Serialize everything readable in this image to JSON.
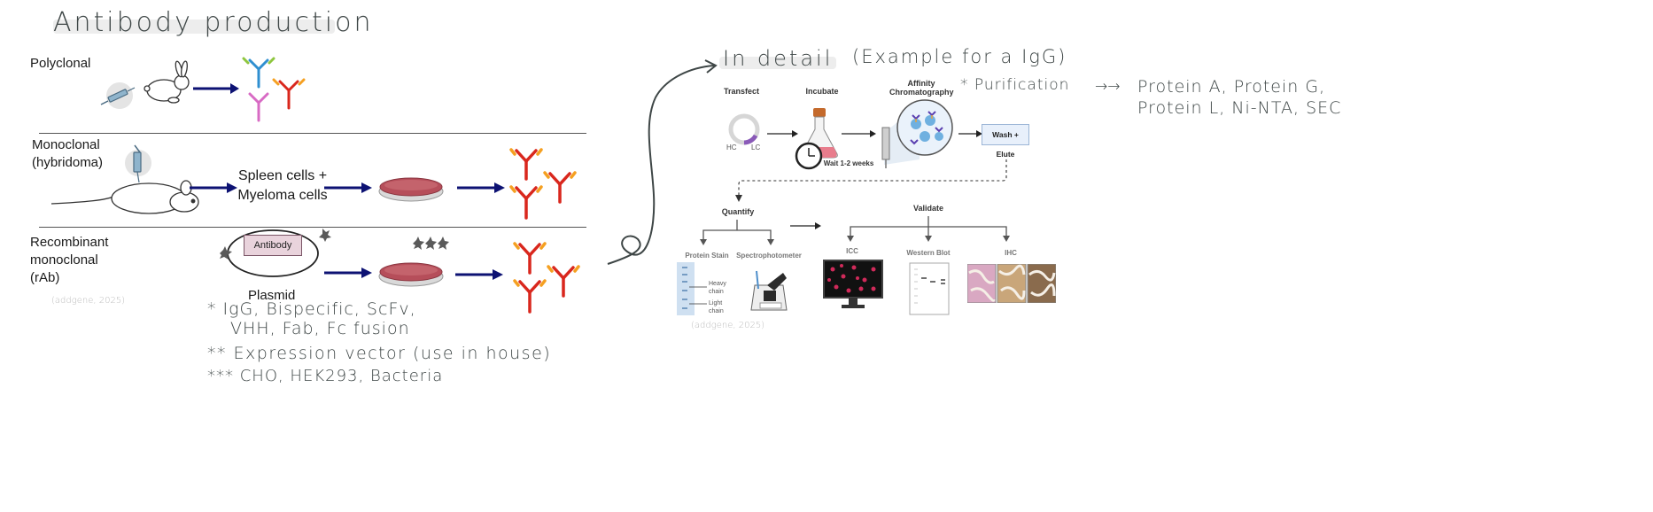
{
  "title": "Antibody production",
  "sections": {
    "polyclonal": {
      "label": "Polyclonal"
    },
    "monoclonal": {
      "label_line1": "Monoclonal",
      "label_line2": "(hybridoma)",
      "step_line1": "Spleen cells +",
      "step_line2": "Myeloma cells"
    },
    "recombinant": {
      "label_line1": "Recombinant",
      "label_line2": "monoclonal",
      "label_line3": "(rAb)",
      "plasmid_box": "Antibody",
      "plasmid_label": "Plasmid",
      "citation": "(addgene, 2025)"
    }
  },
  "notes": {
    "formats_line1": "* IgG, Bispecific, ScFv,",
    "formats_line2": "VHH, Fab, Fc fusion",
    "vector": "** Expression vector (use in house)",
    "hosts": "*** CHO, HEK293, Bacteria"
  },
  "detail": {
    "heading": "In detail",
    "subheading": "(Example for a IgG)",
    "purification_note": "* Purification",
    "purification_arrow": "→→",
    "purification_line1": "Protein A, Protein G,",
    "purification_line2": "Protein L, Ni-NTA, SEC",
    "steps": {
      "transfect": "Transfect",
      "incubate": "Incubate",
      "affinity_line1": "Affinity",
      "affinity_line2": "Chromatography",
      "wash_elute": "Wash + Elute",
      "wait": "Wait 1-2 weeks",
      "quantify": "Quantify",
      "validate": "Validate",
      "protein_stain": "Protein Stain",
      "spectrophotometer": "Spectrophotometer",
      "icc": "ICC",
      "western_blot": "Western Blot",
      "ihc": "IHC",
      "heavy_chain_1": "Heavy",
      "heavy_chain_2": "chain",
      "light_chain_1": "Light",
      "light_chain_2": "chain",
      "hc": "HC",
      "lc": "LC"
    },
    "citation": "(addgene, 2025)"
  },
  "colors": {
    "arrow_navy": "#0d1273",
    "handwriting": "#3e4646",
    "antibody_red": "#d9271d",
    "antibody_orange": "#f5a021",
    "antibody_blue": "#2f8fd0",
    "antibody_green": "#8ec63f",
    "antibody_pink": "#d86bc4",
    "dish_red": "#b64e5a",
    "plasmid_box_fill": "#e9d3dc",
    "wash_box_fill": "#e8f0fb"
  }
}
